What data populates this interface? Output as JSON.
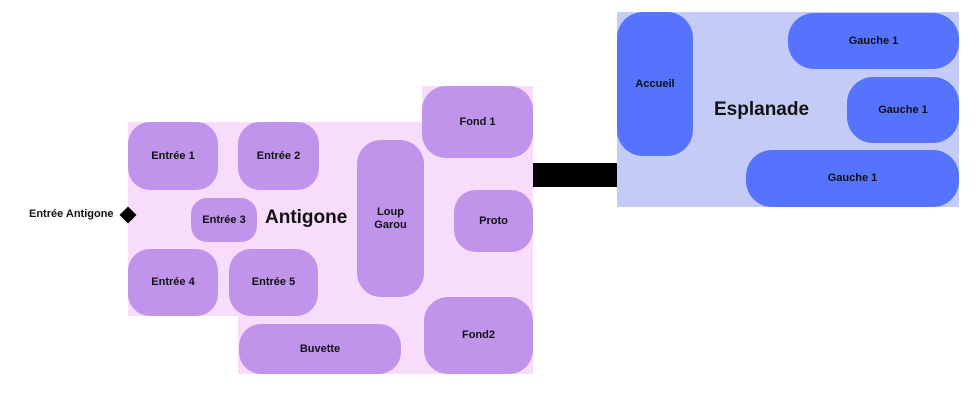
{
  "colors": {
    "antigone_zone": "#f7dcfb",
    "antigone_node": "#c194ec",
    "esplanade_zone": "#c3cbf6",
    "esplanade_node": "#5573fc",
    "connector": "#000000"
  },
  "antigone": {
    "title": "Antigone",
    "entry_label": "Entrée Antigone",
    "nodes": {
      "entree1": "Entrée 1",
      "entree2": "Entrée 2",
      "entree3": "Entrée 3",
      "entree4": "Entrée 4",
      "entree5": "Entrée 5",
      "loup_garou_line1": "Loup",
      "loup_garou_line2": "Garou",
      "fond1": "Fond 1",
      "proto": "Proto",
      "fond2": "Fond2",
      "buvette": "Buvette"
    }
  },
  "esplanade": {
    "title": "Esplanade",
    "nodes": {
      "accueil": "Accueil",
      "gauche_top": "Gauche 1",
      "gauche_middle": "Gauche 1",
      "gauche_bottom": "Gauche 1"
    }
  }
}
